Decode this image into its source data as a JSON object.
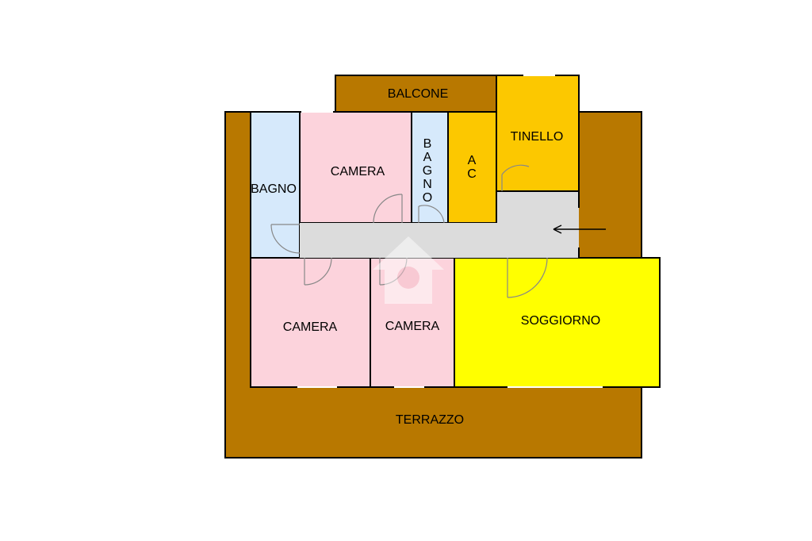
{
  "colors": {
    "outdoor": "#b87800",
    "bathroom": "#d6e9fb",
    "bedroom": "#fcd3dc",
    "kitchen": "#fcc800",
    "living": "#ffff00",
    "corridor": "#dcdcdc",
    "wall": "#000000",
    "background": "#ffffff"
  },
  "rooms": {
    "balcone": "BALCONE",
    "tinello": "TINELLO",
    "bagno_left": "BAGNO",
    "camera_top": "CAMERA",
    "bagno_small": "BAGNO",
    "ac": "AC",
    "camera_bottom_left": "CAMERA",
    "camera_bottom_mid": "CAMERA",
    "soggiorno": "SOGGIORNO",
    "terrazzo": "TERRAZZO"
  },
  "entrance_icon": "arrow-left-icon"
}
